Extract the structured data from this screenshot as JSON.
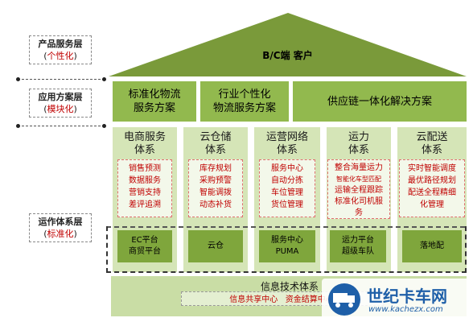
{
  "layers": {
    "product": {
      "title": "产品服务层",
      "subtitle": "个性化"
    },
    "application": {
      "title": "应用方案层",
      "subtitle": "模块化"
    },
    "operation": {
      "title": "运作体系层",
      "subtitle": "标准化"
    }
  },
  "roof": {
    "label": "B/C端 客户"
  },
  "applications": [
    {
      "line1": "标准化物流",
      "line2": "服务方案"
    },
    {
      "line1": "行业个性化",
      "line2": "物流服务方案"
    },
    {
      "line1": "供应链一体化解决方案",
      "line2": ""
    }
  ],
  "systems": [
    {
      "title1": "电商服务",
      "title2": "体系",
      "items": [
        "销售预测",
        "数据服务",
        "营销支持",
        "差评追溯"
      ],
      "platform1": "EC平台",
      "platform2": "商贸平台"
    },
    {
      "title1": "云仓储",
      "title2": "体系",
      "items": [
        "库存规划",
        "采购预警",
        "智能调拨",
        "动态补货"
      ],
      "platform1": "云仓",
      "platform2": ""
    },
    {
      "title1": "运营网络",
      "title2": "体系",
      "items": [
        "服务中心",
        "自动分拣",
        "车位管理",
        "货位管理"
      ],
      "platform1": "服务中心",
      "platform2": "PUMA"
    },
    {
      "title1": "运力",
      "title2": "体系",
      "items": [
        "整合海量运力",
        "智能化车型匹配",
        "运输全程跟踪",
        "标准化司机服",
        "务"
      ],
      "platform1": "运力平台",
      "platform2": "超级车队"
    },
    {
      "title1": "云配送",
      "title2": "体系",
      "items": [
        "实时智能调度",
        "最优路径规划",
        "配送全程精细",
        "化管理"
      ],
      "platform1": "落地配",
      "platform2": ""
    }
  ],
  "info": {
    "title": "信息技术体系",
    "items": "信息共享中心   资金结算中心"
  },
  "watermark": {
    "brand": "世纪卡车网",
    "url": "www.kachezx.com"
  },
  "colors": {
    "roof": "#7a9a3a",
    "block": "#92b94e",
    "column": "#d5e5b7",
    "platform": "#7fa63c",
    "accent": "#c00000"
  }
}
